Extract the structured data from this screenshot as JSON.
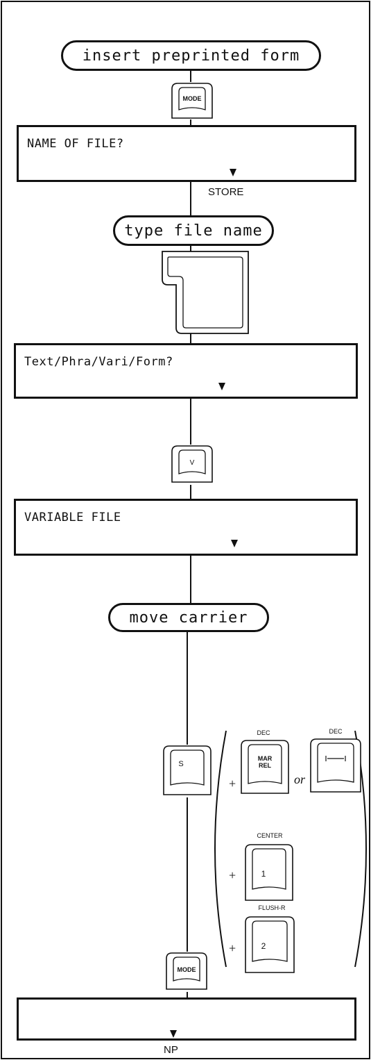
{
  "steps": {
    "insert_form": "insert preprinted form",
    "type_file_name": "type file name",
    "move_carrier": "move carrier"
  },
  "displays": {
    "name_of_file": "NAME OF FILE?",
    "file_type": "Text/Phra/Vari/Form?",
    "variable_file": "VARIABLE FILE",
    "blank": ""
  },
  "labels": {
    "store": "STORE",
    "np": "NP",
    "or": "or",
    "plus": "+"
  },
  "keys": {
    "mode": "MODE",
    "v": "V",
    "s": "S",
    "mar_rel_top": "MAR",
    "mar_rel_bottom": "REL",
    "dec": "DEC",
    "center": "CENTER",
    "flush_r": "FLUSH-R",
    "one": "1",
    "two": "2"
  }
}
